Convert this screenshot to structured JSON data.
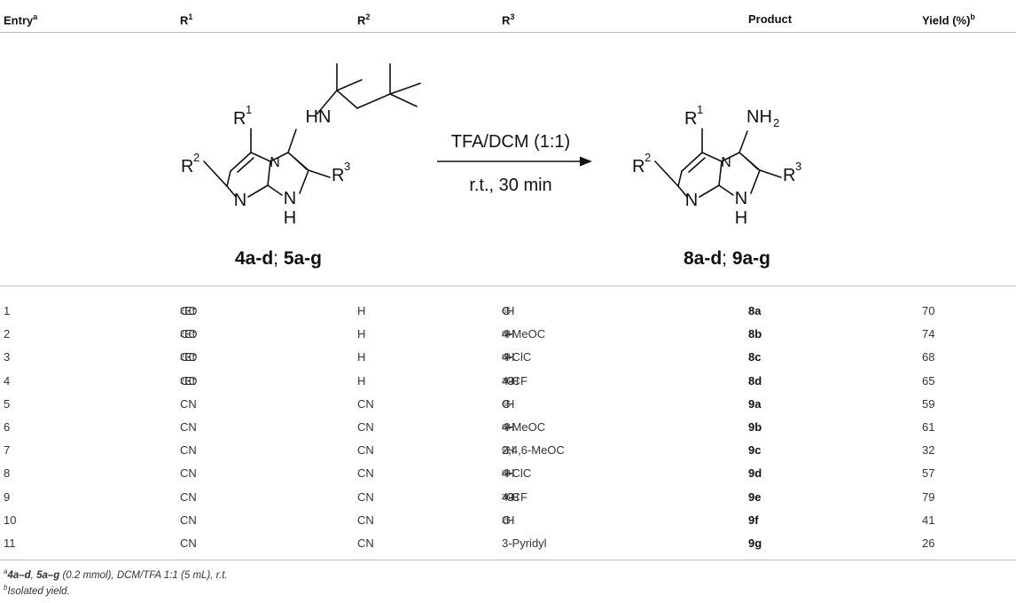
{
  "header": {
    "entry": "Entry",
    "entry_sup": "a",
    "r1": "R",
    "r1_sup": "1",
    "r2": "R",
    "r2_sup": "2",
    "r3": "R",
    "r3_sup": "3",
    "product": "Product",
    "yield": "Yield (%)",
    "yield_sup": "b"
  },
  "scheme": {
    "hn": "HN",
    "r_letter": "R",
    "sup1": "1",
    "sup2": "2",
    "sup3": "3",
    "n_atom": "N",
    "nh_n": "N",
    "nh_h": "H",
    "nh2": "NH",
    "nh2_sub": "2",
    "reagent": "TFA/DCM (1:1)",
    "conditions": "r.t., 30 min",
    "reactant_label_a": "4a-d",
    "reactant_label_sep": "; ",
    "reactant_label_b": "5a-g",
    "product_label_a": "8a-d",
    "product_label_sep": "; ",
    "product_label_b": "9a-g"
  },
  "rows": [
    {
      "entry": "1",
      "r1": "CO",
      "r1_sub": "2",
      "r1_tail": "Et",
      "r2": "H",
      "r3": [
        [
          "C",
          ""
        ],
        [
          "6",
          "s"
        ],
        [
          "H",
          ""
        ],
        [
          "5",
          "s"
        ]
      ],
      "product": "8a",
      "yield": "70"
    },
    {
      "entry": "2",
      "r1": "CO",
      "r1_sub": "2",
      "r1_tail": "Et",
      "r2": "H",
      "r3": [
        [
          "4-MeOC",
          ""
        ],
        [
          "6",
          "s"
        ],
        [
          "H",
          ""
        ],
        [
          "4",
          "s"
        ]
      ],
      "product": "8b",
      "yield": "74"
    },
    {
      "entry": "3",
      "r1": "CO",
      "r1_sub": "2",
      "r1_tail": "Et",
      "r2": "H",
      "r3": [
        [
          "4-ClC",
          ""
        ],
        [
          "6",
          "s"
        ],
        [
          "H",
          ""
        ],
        [
          "4",
          "s"
        ]
      ],
      "product": "8c",
      "yield": "68"
    },
    {
      "entry": "4",
      "r1": "CO",
      "r1_sub": "2",
      "r1_tail": "Et",
      "r2": "H",
      "r3": [
        [
          "4-CF",
          ""
        ],
        [
          "3",
          "s"
        ],
        [
          "C",
          ""
        ],
        [
          "6",
          "s"
        ],
        [
          "H",
          ""
        ],
        [
          "4",
          "s"
        ]
      ],
      "product": "8d",
      "yield": "65"
    },
    {
      "entry": "5",
      "r1": "CN",
      "r1_sub": "",
      "r1_tail": "",
      "r2": "CN",
      "r3": [
        [
          "C",
          ""
        ],
        [
          "6",
          "s"
        ],
        [
          "H",
          ""
        ],
        [
          "5",
          "s"
        ]
      ],
      "product": "9a",
      "yield": "59"
    },
    {
      "entry": "6",
      "r1": "CN",
      "r1_sub": "",
      "r1_tail": "",
      "r2": "CN",
      "r3": [
        [
          "4-MeOC",
          ""
        ],
        [
          "6",
          "s"
        ],
        [
          "H",
          ""
        ],
        [
          "4",
          "s"
        ]
      ],
      "product": "9b",
      "yield": "61"
    },
    {
      "entry": "7",
      "r1": "CN",
      "r1_sub": "",
      "r1_tail": "",
      "r2": "CN",
      "r3": [
        [
          "2,4,6-MeOC",
          ""
        ],
        [
          "6",
          "s"
        ],
        [
          "H",
          ""
        ],
        [
          "2",
          "s"
        ]
      ],
      "product": "9c",
      "yield": "32"
    },
    {
      "entry": "8",
      "r1": "CN",
      "r1_sub": "",
      "r1_tail": "",
      "r2": "CN",
      "r3": [
        [
          "4-ClC",
          ""
        ],
        [
          "6",
          "s"
        ],
        [
          "H",
          ""
        ],
        [
          "4",
          "s"
        ]
      ],
      "product": "9d",
      "yield": "57"
    },
    {
      "entry": "9",
      "r1": "CN",
      "r1_sub": "",
      "r1_tail": "",
      "r2": "CN",
      "r3": [
        [
          "4-CF",
          ""
        ],
        [
          "3",
          "s"
        ],
        [
          "C",
          ""
        ],
        [
          "6",
          "s"
        ],
        [
          "H",
          ""
        ],
        [
          "4",
          "s"
        ]
      ],
      "product": "9e",
      "yield": "79"
    },
    {
      "entry": "10",
      "r1": "CN",
      "r1_sub": "",
      "r1_tail": "",
      "r2": "CN",
      "r3": [
        [
          "C",
          ""
        ],
        [
          "2",
          "s"
        ],
        [
          "H",
          ""
        ],
        [
          "5",
          "s"
        ]
      ],
      "product": "9f",
      "yield": "41"
    },
    {
      "entry": "11",
      "r1": "CN",
      "r1_sub": "",
      "r1_tail": "",
      "r2": "CN",
      "r3": [
        [
          "3-Pyridyl",
          ""
        ]
      ],
      "product": "9g",
      "yield": "26"
    }
  ],
  "footnotes": {
    "a_mark": "a",
    "a_bold1": "4a–d",
    "a_sep": ", ",
    "a_bold2": "5a–g",
    "a_rest": " (0.2 mmol), DCM/TFA 1:1 (5 mL), r.t.",
    "b_mark": "b",
    "b_text": "Isolated yield."
  }
}
